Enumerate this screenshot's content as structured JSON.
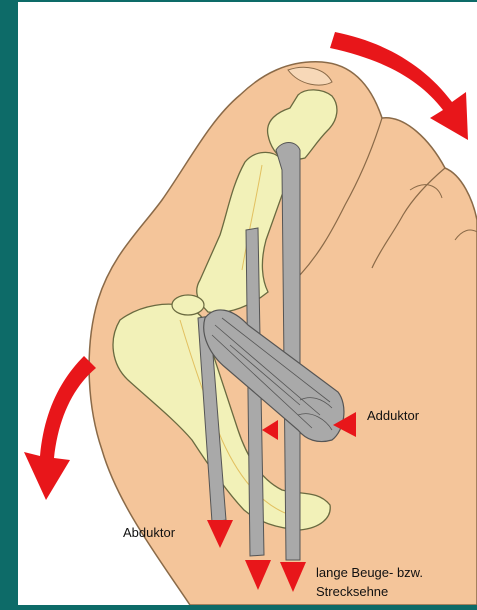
{
  "labels": {
    "adduktor": "Adduktor",
    "abduktor": "Abduktor",
    "tendon_line1": "lange Beuge- bzw.",
    "tendon_line2": "Strecksehne"
  },
  "colors": {
    "frame": "#0d6b68",
    "panel": "#ffffff",
    "skin": "#f4c59a",
    "skin_outline": "#8a6a48",
    "bone": "#f2f1b8",
    "bone_outline": "#6a6a40",
    "tendon": "#a9a9a9",
    "tendon_outline": "#555555",
    "arrow": "#e8161a"
  }
}
